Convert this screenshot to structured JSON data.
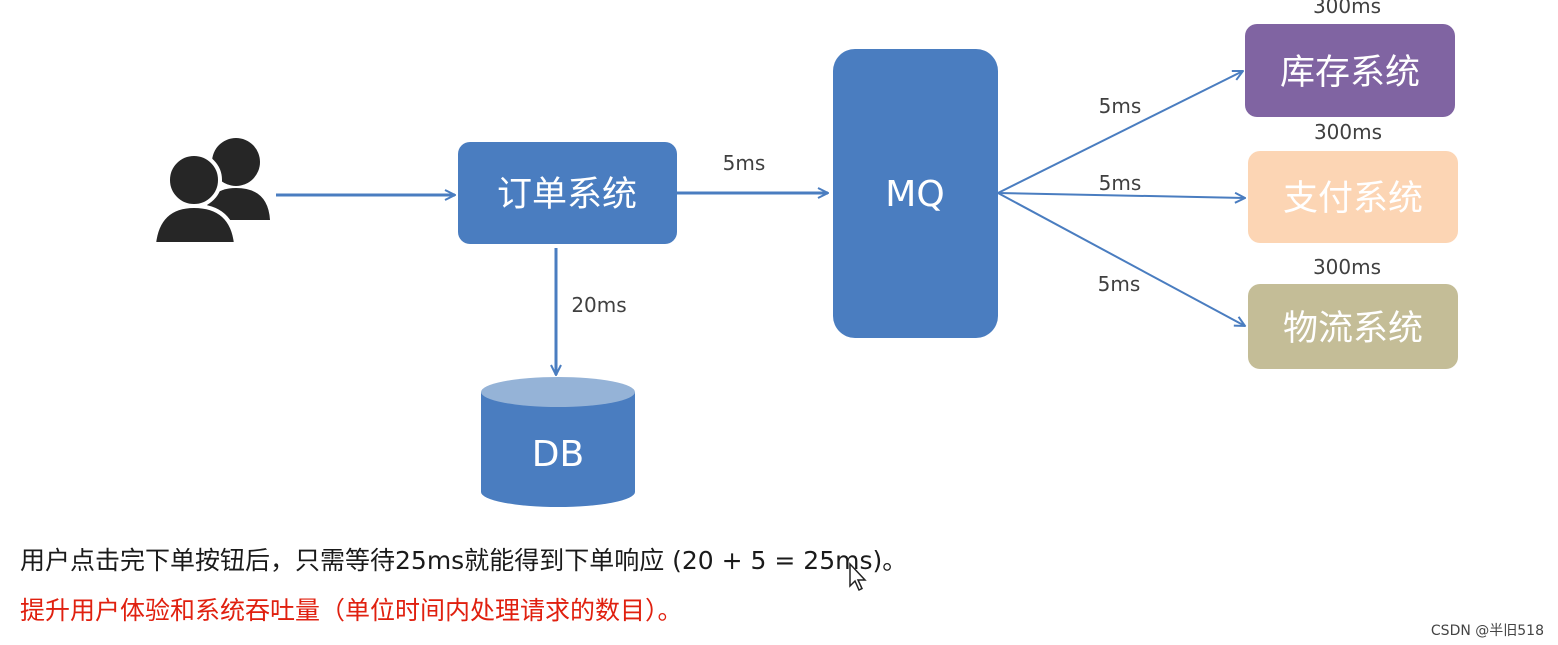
{
  "nodes": {
    "order": "订单系统",
    "mq": "MQ",
    "db": "DB",
    "inventory": "库存系统",
    "payment": "支付系统",
    "logistics": "物流系统"
  },
  "edges": {
    "order_to_mq": "5ms",
    "order_to_db": "20ms",
    "mq_to_inventory": "5ms",
    "mq_to_payment": "5ms",
    "mq_to_logistics": "5ms"
  },
  "durations": {
    "inventory": "300ms",
    "payment": "300ms",
    "logistics": "300ms"
  },
  "captions": {
    "line1": "用户点击完下单按钮后，只需等待25ms就能得到下单响应 (20 + 5 = 25ms)。",
    "line2": "提升用户体验和系统吞吐量（单位时间内处理请求的数目）。"
  },
  "watermark": "CSDN @半旧518",
  "icons": {
    "user": "users-icon",
    "cursor": "mouse-pointer-icon"
  },
  "colors": {
    "blue": "#4a7dc0",
    "inventory": "#8064a2",
    "payment": "#fcd5b4",
    "logistics": "#c4bd97",
    "db_top": "#95b3d7",
    "caption_red": "#e0200f"
  }
}
